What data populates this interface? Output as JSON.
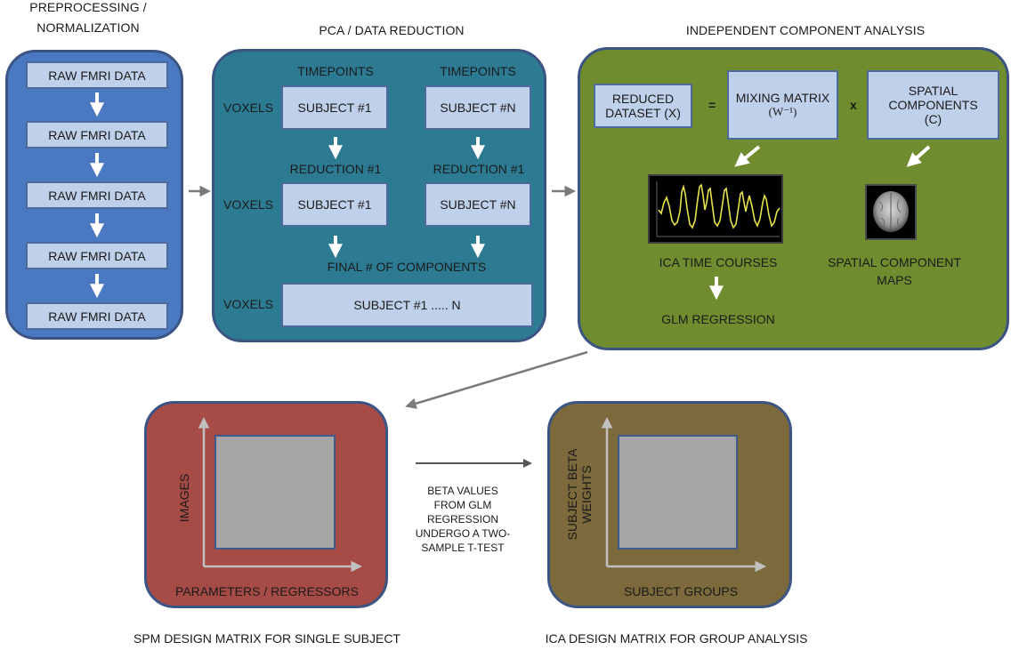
{
  "preprocessing": {
    "title_line1": "PREPROCESSING /",
    "title_line2": "NORMALIZATION",
    "items": [
      "RAW FMRI DATA",
      "RAW FMRI DATA",
      "RAW FMRI DATA",
      "RAW FMRI DATA",
      "RAW FMRI DATA"
    ]
  },
  "pca": {
    "title": "PCA / DATA REDUCTION",
    "timepoints": "TIMEPOINTS",
    "voxels": "VOXELS",
    "subject_1": "SUBJECT #1",
    "subject_n": "SUBJECT #N",
    "reduction": "REDUCTION #1",
    "final_components": "FINAL # OF COMPONENTS",
    "subject_all": "SUBJECT #1 ..... N"
  },
  "ica": {
    "title": "INDEPENDENT COMPONENT ANALYSIS",
    "reduced_dataset": "REDUCED DATASET (X)",
    "equals": "=",
    "mixing_matrix": "MIXING MATRIX",
    "mixing_symbol": "(W⁻¹)",
    "times": "x",
    "spatial_components": "SPATIAL COMPONENTS (C)",
    "time_courses": "ICA TIME COURSES",
    "component_maps_line1": "SPATIAL COMPONENT",
    "component_maps_line2": "MAPS",
    "glm": "GLM REGRESSION"
  },
  "spm": {
    "y_axis": "IMAGES",
    "x_axis": "PARAMETERS / REGRESSORS",
    "caption": "SPM DESIGN MATRIX FOR SINGLE SUBJECT"
  },
  "middle_text": [
    "BETA VALUES",
    "FROM GLM",
    "REGRESSION",
    "UNDERGO A TWO-",
    "SAMPLE T-TEST"
  ],
  "group": {
    "y_axis_line1": "SUBJECT BETA",
    "y_axis_line2": "WEIGHTS",
    "x_axis": "SUBJECT GROUPS",
    "caption": "ICA DESIGN MATRIX FOR GROUP ANALYSIS"
  },
  "colors": {
    "preprocessing_panel": "#4a79c1",
    "pca_panel": "#2c7b93",
    "ica_panel": "#6f8d2f",
    "spm_panel": "#a74b47",
    "group_panel": "#7d6a3c",
    "box_fill": "#bfd0ea",
    "matrix_fill": "#a6a6a6"
  }
}
